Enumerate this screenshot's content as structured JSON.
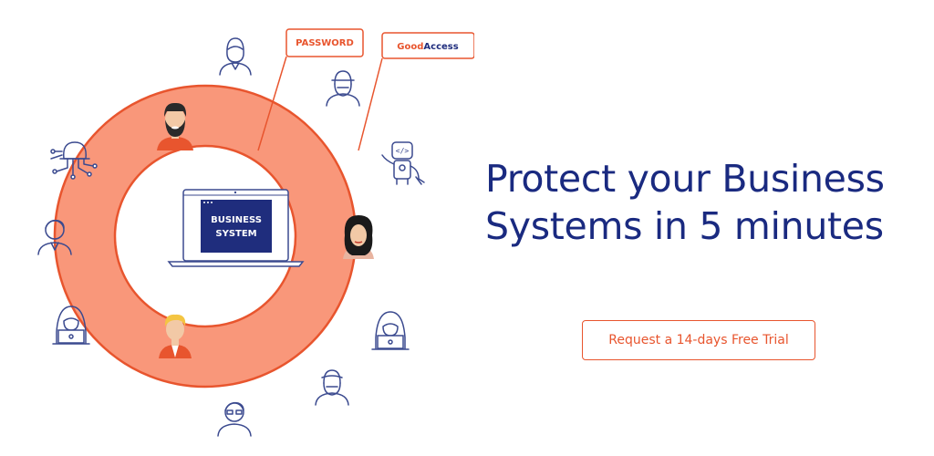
{
  "illustration": {
    "password_label": "PASSWORD",
    "brand_part1": "Good",
    "brand_part2": "Access",
    "screen_line1": "BUSINESS",
    "screen_line2": "SYSTEM",
    "colors": {
      "ring": "#f9977a",
      "ring_border": "#e8552e",
      "navy": "#1f2d7d",
      "icon_stroke": "#3b4a8f"
    }
  },
  "hero": {
    "headline_line1": "Protect your Business",
    "headline_line2": "Systems in 5 minutes",
    "cta_label": "Request a 14-days Free Trial"
  }
}
